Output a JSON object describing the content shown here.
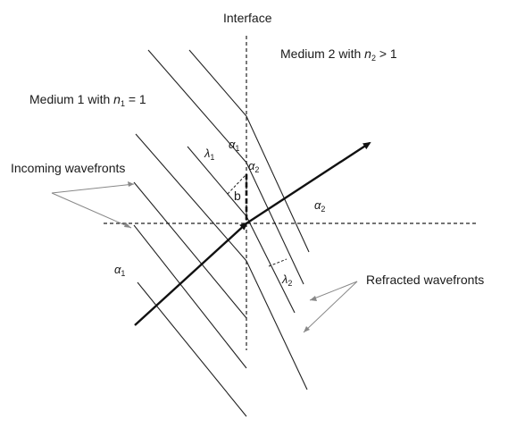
{
  "labels": {
    "interface": "Interface",
    "medium2_prefix": "Medium 2 with ",
    "medium2_var": "n",
    "medium2_sub": "2",
    "medium2_rel": " > 1",
    "medium1_prefix": "Medium 1 with ",
    "medium1_var": "n",
    "medium1_sub": "1",
    "medium1_rel": " = 1",
    "incoming": "Incoming wavefronts",
    "refracted": "Refracted wavefronts",
    "b": "b"
  },
  "symbols": {
    "alpha": "α",
    "lambda": "λ",
    "sub1": "1",
    "sub2": "2"
  }
}
